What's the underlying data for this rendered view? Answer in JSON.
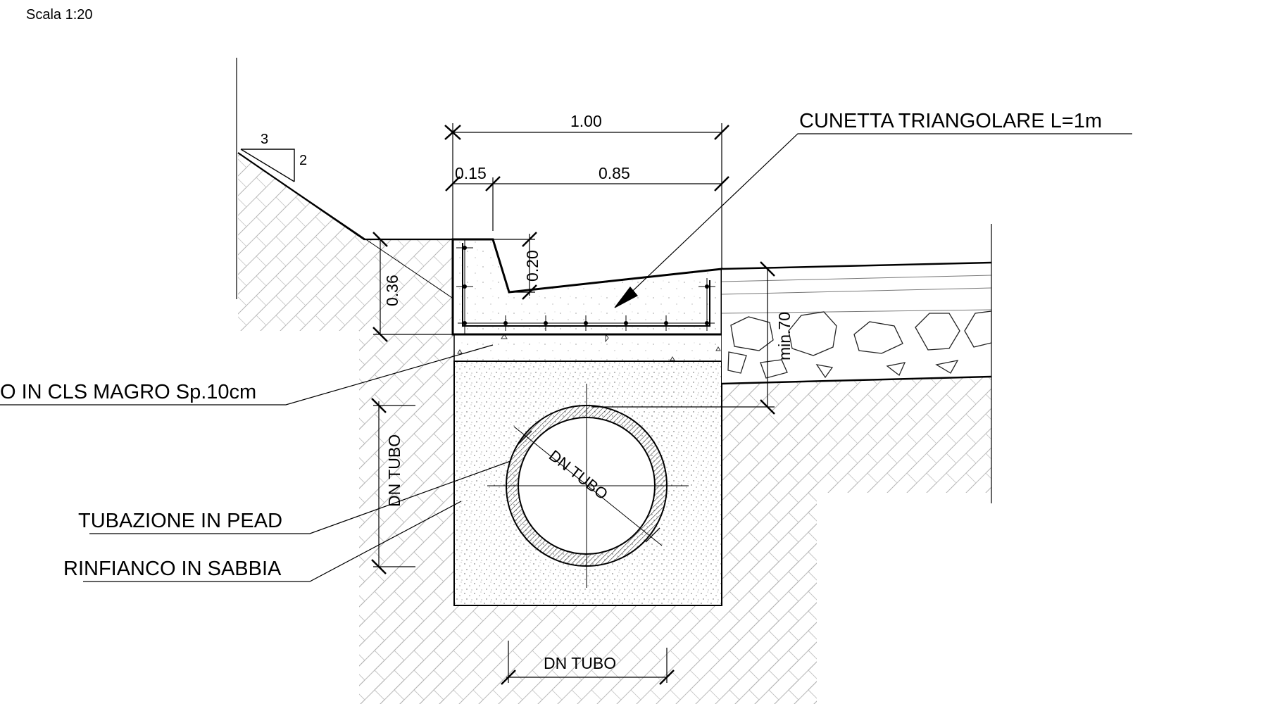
{
  "header": {
    "scale_note": "Scala 1:20"
  },
  "slope_symbol": {
    "horizontal": "3",
    "vertical": "2"
  },
  "dimensions": {
    "total_width": "1.00",
    "left_part": "0.15",
    "right_part": "0.85",
    "channel_depth": "0.20",
    "ditch_height": "0.36",
    "min_cover": "min.70",
    "pipe_height": "DN TUBO",
    "pipe_label": "DN TUBO",
    "trench_width": "DN TUBO"
  },
  "callouts": {
    "cunetta": "CUNETTA TRIANGOLARE L=1m",
    "magrone": "O IN CLS MAGRO Sp.10cm",
    "tubazione": "TUBAZIONE IN PEAD",
    "rinfianco": "RINFIANCO IN SABBIA"
  },
  "colors": {
    "line": "#000000",
    "hatch": "#9a9a9a",
    "background": "#ffffff"
  }
}
